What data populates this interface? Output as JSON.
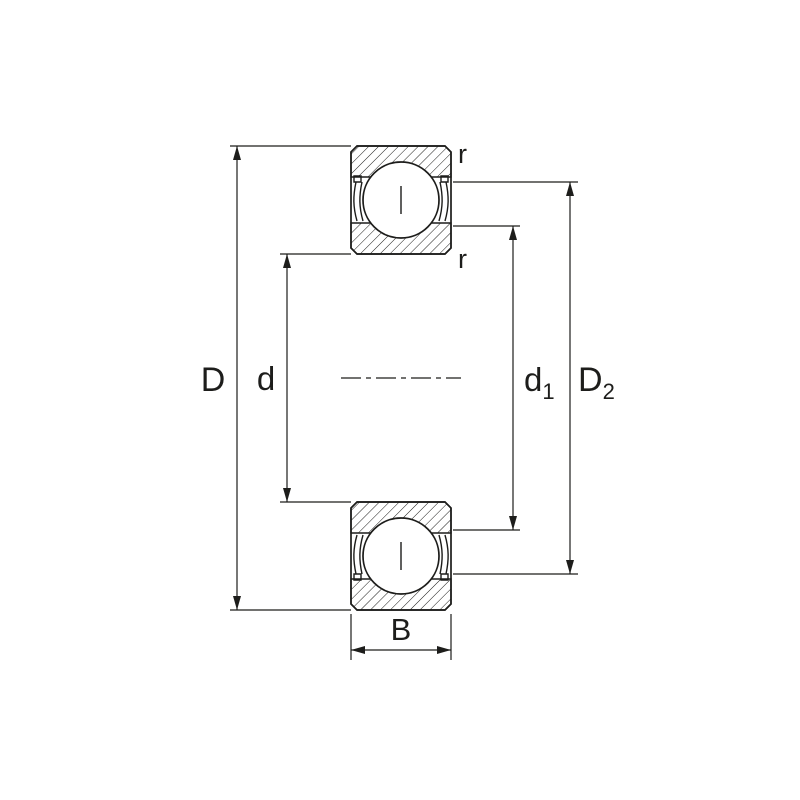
{
  "colors": {
    "ink": "#1d1d1b",
    "background": "#ffffff"
  },
  "diagram": {
    "dimensions": {
      "outer_diameter": {
        "label": "D"
      },
      "bore_diameter": {
        "label": "d"
      },
      "shoulder_diameter": {
        "label": "d",
        "sub": "1"
      },
      "recess_diameter": {
        "label": "D",
        "sub": "2"
      },
      "width": {
        "label": "B"
      },
      "chamfer_outer": {
        "label": "r"
      },
      "chamfer_inner": {
        "label": "r"
      }
    }
  }
}
